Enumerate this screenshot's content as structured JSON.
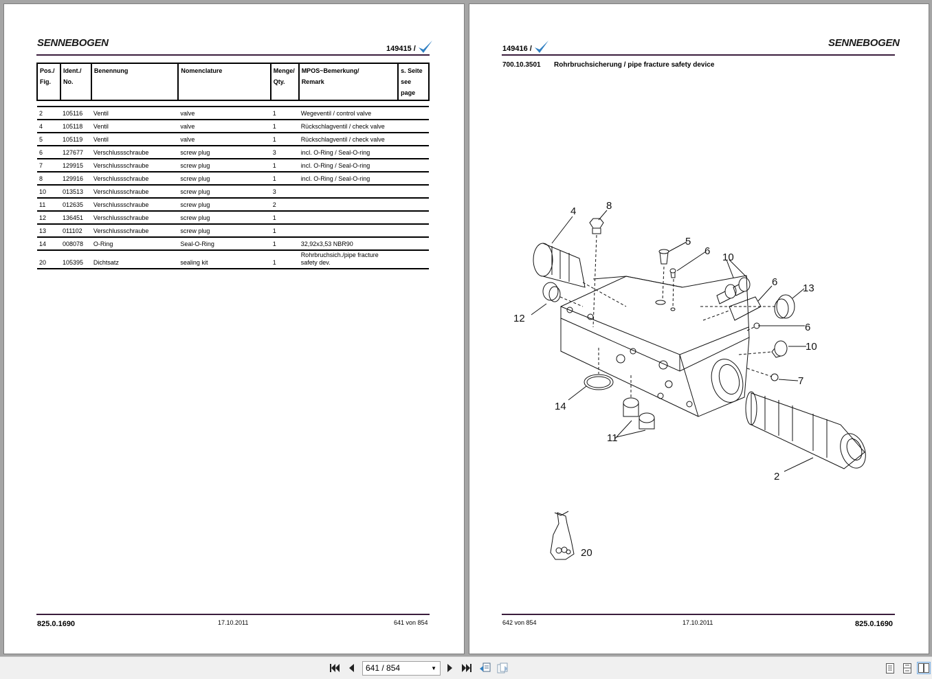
{
  "left_page": {
    "logo": "SENNEBOGEN",
    "doc_number": "149415 /",
    "table": {
      "headers": [
        {
          "line1": "Pos./",
          "line2": "Fig."
        },
        {
          "line1": "Ident./",
          "line2": "No."
        },
        {
          "line1": "Benennung",
          "line2": ""
        },
        {
          "line1": "Nomenclature",
          "line2": ""
        },
        {
          "line1": "Menge/",
          "line2": "Qty."
        },
        {
          "line1": "MPOS~Bemerkung/",
          "line2": "Remark"
        },
        {
          "line1": "s. Seite",
          "line2": "see page"
        }
      ],
      "rows": [
        {
          "pos": "2",
          "ident": "105116",
          "benennung": "Ventil",
          "nomenclature": "valve",
          "qty": "1",
          "remark1": "Wegeventil / control valve",
          "remark2": ""
        },
        {
          "pos": "4",
          "ident": "105118",
          "benennung": "Ventil",
          "nomenclature": "valve",
          "qty": "1",
          "remark1": "Rückschlagventil / check valve",
          "remark2": ""
        },
        {
          "pos": "5",
          "ident": "105119",
          "benennung": "Ventil",
          "nomenclature": "valve",
          "qty": "1",
          "remark1": "Rückschlagventil / check valve",
          "remark2": ""
        },
        {
          "pos": "6",
          "ident": "127677",
          "benennung": "Verschlussschraube",
          "nomenclature": "screw plug",
          "qty": "3",
          "remark1": "incl. O-Ring / Seal-O-ring",
          "remark2": ""
        },
        {
          "pos": "7",
          "ident": "129915",
          "benennung": "Verschlussschraube",
          "nomenclature": "screw plug",
          "qty": "1",
          "remark1": "incl. O-Ring / Seal-O-ring",
          "remark2": ""
        },
        {
          "pos": "8",
          "ident": "129916",
          "benennung": "Verschlussschraube",
          "nomenclature": "screw plug",
          "qty": "1",
          "remark1": "incl. O-Ring / Seal-O-ring",
          "remark2": ""
        },
        {
          "pos": "10",
          "ident": "013513",
          "benennung": "Verschlussschraube",
          "nomenclature": "screw plug",
          "qty": "3",
          "remark1": "",
          "remark2": ""
        },
        {
          "pos": "11",
          "ident": "012635",
          "benennung": "Verschlussschraube",
          "nomenclature": "screw plug",
          "qty": "2",
          "remark1": "",
          "remark2": ""
        },
        {
          "pos": "12",
          "ident": "136451",
          "benennung": "Verschlussschraube",
          "nomenclature": "screw plug",
          "qty": "1",
          "remark1": "",
          "remark2": ""
        },
        {
          "pos": "13",
          "ident": "011102",
          "benennung": "Verschlussschraube",
          "nomenclature": "screw plug",
          "qty": "1",
          "remark1": "",
          "remark2": ""
        },
        {
          "pos": "14",
          "ident": "008078",
          "benennung": "O-Ring",
          "nomenclature": "Seal-O-Ring",
          "qty": "1",
          "remark1": "32,92x3,53 NBR90",
          "remark2": ""
        },
        {
          "pos": "20",
          "ident": "105395",
          "benennung": "Dichtsatz",
          "nomenclature": "sealing kit",
          "qty": "1",
          "remark1": "Rohrbruchsich./pipe fracture",
          "remark2": "safety dev."
        }
      ]
    },
    "footer": {
      "code": "825.0.1690",
      "date": "17.10.2011",
      "page": "641 von 854"
    }
  },
  "right_page": {
    "logo": "SENNEBOGEN",
    "doc_number": "149416 /",
    "subtitle_code": "700.10.3501",
    "subtitle_text": "Rohrbruchsicherung / pipe fracture safety device",
    "callouts": [
      "4",
      "8",
      "5",
      "6",
      "10",
      "6",
      "13",
      "12",
      "6",
      "10",
      "7",
      "14",
      "11",
      "2",
      "20"
    ],
    "footer": {
      "page": "642 von 854",
      "date": "17.10.2011",
      "code": "825.0.1690"
    }
  },
  "toolbar": {
    "page_indicator": "641 / 854"
  },
  "colors": {
    "rule": "#3a1c3c",
    "check": "#2f7fc2",
    "viewer_bg": "#a5a5a5"
  }
}
